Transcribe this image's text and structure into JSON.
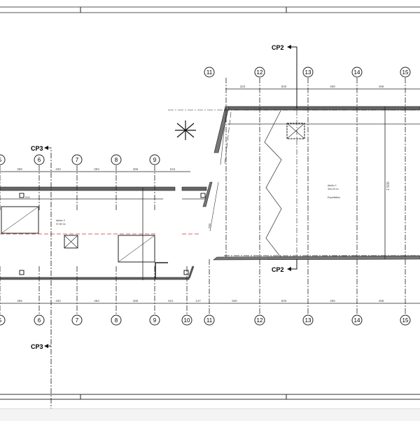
{
  "section_marks": {
    "cp2": "CP2",
    "cp3": "CP3"
  },
  "left_grid": {
    "axes": [
      "5",
      "6",
      "7",
      "8",
      "9"
    ],
    "top_dims": [
      "399",
      "400",
      "393",
      "396",
      "515"
    ],
    "bottom_axes": [
      "5",
      "6",
      "7",
      "8",
      "9",
      "10"
    ],
    "bottom_dims": [
      "399",
      "400",
      "393",
      "396",
      "521",
      "147"
    ]
  },
  "right_grid": {
    "axes": [
      "11",
      "12",
      "13",
      "14",
      "15"
    ],
    "top_dims": [
      "320",
      "500",
      "499",
      "498"
    ],
    "bottom_axes": [
      "11",
      "12",
      "13",
      "14",
      "15"
    ],
    "bottom_dims": [
      "500",
      "500",
      "499",
      "498"
    ],
    "height_dim": "1 500"
  },
  "rooms": {
    "left": {
      "name": "Atelier 2",
      "area": "97,80 m²"
    },
    "right": {
      "name": "Atelier 1",
      "area": "300,20 m²",
      "note": "Exploitation"
    }
  },
  "misc_dims": {
    "left_offset": "556",
    "angled": "480"
  }
}
